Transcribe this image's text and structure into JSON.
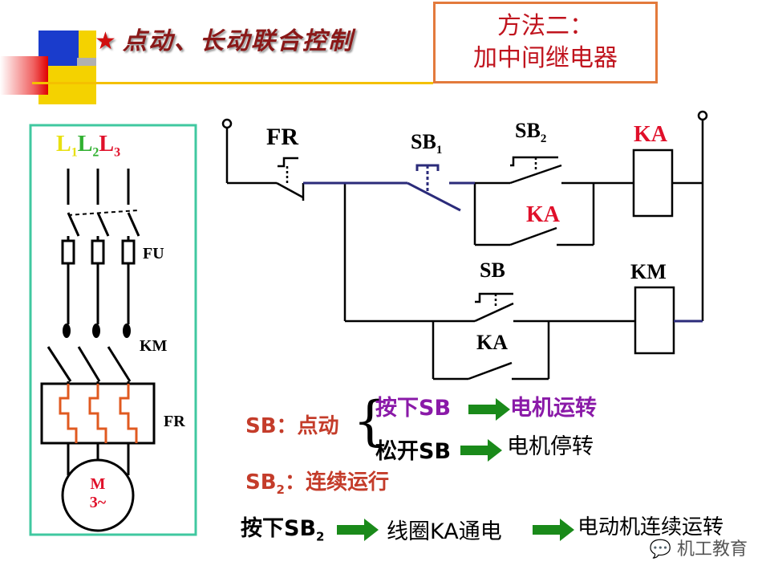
{
  "title": {
    "star": "★",
    "text": "点动、长动联合控制"
  },
  "method": {
    "line1": "方法二：",
    "line2": "加中间继电器"
  },
  "main_circuit": {
    "phases": [
      "L",
      "L",
      "L"
    ],
    "phase_subs": [
      "1",
      "2",
      "3"
    ],
    "fuse_label": "FU",
    "contactor_label": "KM",
    "overload_label": "FR",
    "motor_line1": "M",
    "motor_line2": "3~"
  },
  "control_circuit": {
    "fr": "FR",
    "sb1_main": "SB",
    "sb1_sub": "1",
    "sb2_main": "SB",
    "sb2_sub": "2",
    "ka_coil": "KA",
    "ka_contact_upper": "KA",
    "sb": "SB",
    "km_coil": "KM",
    "ka_contact_lower": "KA"
  },
  "explanation": {
    "sb_prefix": "SB：点动",
    "row1_left": "按下SB",
    "row1_right": "电机运转",
    "row2_left": "松开SB",
    "row2_right": "电机停转",
    "sb2_main": "SB",
    "sb2_sub": "2",
    "sb2_suffix": "：连续运行",
    "chain_a_main": "按下SB",
    "chain_a_sub": "2",
    "chain_b": "线圈KA通电",
    "chain_c": "电动机连续运转"
  },
  "watermark": "机工教育",
  "colors": {
    "title": "#8a1818",
    "red": "#e0102a",
    "purple": "#8a1aa8",
    "wire": "#2b2b7a",
    "arrow": "#1a8a1a",
    "box_border": "#e37a3c",
    "panel_border": "#40c8a0"
  }
}
